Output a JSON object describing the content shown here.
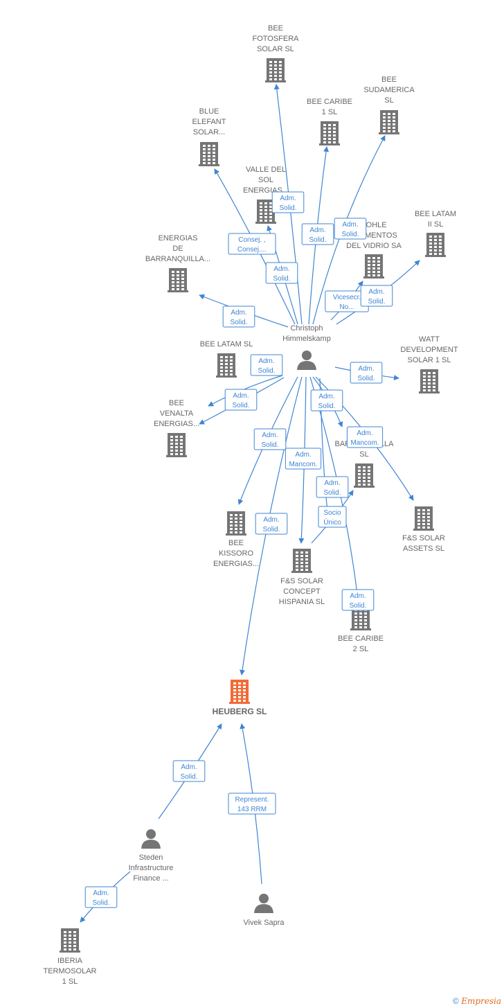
{
  "colors": {
    "company": "#757575",
    "main_company": "#f26a35",
    "person": "#757575",
    "edge": "#3f85d2"
  },
  "nodes": [
    {
      "id": "fotosfera",
      "kind": "company",
      "label": [
        "BEE",
        "FOTOSFERA",
        "SOLAR  SL"
      ]
    },
    {
      "id": "sudamerica",
      "kind": "company",
      "label": [
        "BEE",
        "SUDAMERICA",
        "SL"
      ]
    },
    {
      "id": "caribe1",
      "kind": "company",
      "label": [
        "BEE CARIBE",
        "1  SL"
      ]
    },
    {
      "id": "blue",
      "kind": "company",
      "label": [
        "BLUE",
        "ELEFANT",
        "SOLAR..."
      ]
    },
    {
      "id": "valle",
      "kind": "company",
      "label": [
        "VALLE DEL",
        "SOL",
        "ENERGIAS..."
      ]
    },
    {
      "id": "vohle",
      "kind": "company",
      "label": [
        "VOHLE",
        "ELEMENTOS",
        "DEL VIDRIO SA"
      ]
    },
    {
      "id": "latam2",
      "kind": "company",
      "label": [
        "BEE LATAM",
        "II  SL"
      ]
    },
    {
      "id": "barranquilla",
      "kind": "company",
      "label": [
        "ENERGIAS",
        "DE",
        "BARRANQUILLA..."
      ]
    },
    {
      "id": "christoph",
      "kind": "person",
      "label": [
        "Christoph",
        "Himmelskamp"
      ]
    },
    {
      "id": "latam",
      "kind": "company",
      "label": [
        "BEE LATAM  SL"
      ]
    },
    {
      "id": "watt",
      "kind": "company",
      "label": [
        "WATT",
        "DEVELOPMENT",
        "SOLAR 1  SL"
      ]
    },
    {
      "id": "venalta",
      "kind": "company",
      "label": [
        "BEE",
        "VENALTA",
        "ENERGIAS..."
      ]
    },
    {
      "id": "fsbarranq",
      "kind": "company",
      "label": [
        "F&S",
        "BARRANQUILLA",
        "SL"
      ]
    },
    {
      "id": "kissoro",
      "kind": "company",
      "label": [
        "BEE",
        "KISSORO",
        "ENERGIAS..."
      ]
    },
    {
      "id": "fsassets",
      "kind": "company",
      "label": [
        "F&S SOLAR",
        "ASSETS  SL"
      ]
    },
    {
      "id": "fsconcept",
      "kind": "company",
      "label": [
        "F&S SOLAR",
        "CONCEPT",
        "HISPANIA  SL"
      ]
    },
    {
      "id": "caribe2",
      "kind": "company",
      "label": [
        "BEE CARIBE",
        "2  SL"
      ]
    },
    {
      "id": "heuberg",
      "kind": "main",
      "label": [
        "HEUBERG  SL"
      ]
    },
    {
      "id": "steden",
      "kind": "person",
      "label": [
        "Steden",
        "Infrastructure",
        "Finance ..."
      ]
    },
    {
      "id": "vivek",
      "kind": "person",
      "label": [
        "Vivek Sapra"
      ]
    },
    {
      "id": "iberia",
      "kind": "company",
      "label": [
        "IBERIA",
        "TERMOSOLAR",
        "1 SL"
      ]
    }
  ],
  "relations": [
    {
      "id": "r1",
      "label": [
        "Adm.",
        "Solid."
      ]
    },
    {
      "id": "r2",
      "label": [
        "Adm.",
        "Solid."
      ]
    },
    {
      "id": "r3",
      "label": [
        "Adm.",
        "Solid."
      ]
    },
    {
      "id": "r4",
      "label": [
        "Consej. ,",
        "Consej...."
      ]
    },
    {
      "id": "r5",
      "label": [
        "Adm.",
        "Solid."
      ]
    },
    {
      "id": "r6",
      "label": [
        "Vicesecr.",
        "No..."
      ]
    },
    {
      "id": "r7",
      "label": [
        "Adm.",
        "Solid."
      ]
    },
    {
      "id": "r8",
      "label": [
        "Adm.",
        "Solid."
      ]
    },
    {
      "id": "r9",
      "label": [
        "Adm.",
        "Solid."
      ]
    },
    {
      "id": "r10",
      "label": [
        "Adm.",
        "Solid."
      ]
    },
    {
      "id": "r11",
      "label": [
        "Adm.",
        "Solid."
      ]
    },
    {
      "id": "r12",
      "label": [
        "Adm.",
        "Solid."
      ]
    },
    {
      "id": "r13",
      "label": [
        "Adm.",
        "Mancom."
      ]
    },
    {
      "id": "r14",
      "label": [
        "Adm.",
        "Solid."
      ]
    },
    {
      "id": "r15",
      "label": [
        "Adm.",
        "Mancom."
      ]
    },
    {
      "id": "r16",
      "label": [
        "Adm.",
        "Solid."
      ]
    },
    {
      "id": "r17",
      "label": [
        "Socio",
        "Único"
      ]
    },
    {
      "id": "r18",
      "label": [
        "Adm.",
        "Solid."
      ]
    },
    {
      "id": "r19",
      "label": [
        "Adm.",
        "Solid."
      ]
    },
    {
      "id": "r20",
      "label": [
        "Represent.",
        "143 RRM"
      ]
    },
    {
      "id": "r21",
      "label": [
        "Adm.",
        "Solid."
      ]
    }
  ],
  "footer": {
    "copyright": "©",
    "brand": "Empresia"
  }
}
